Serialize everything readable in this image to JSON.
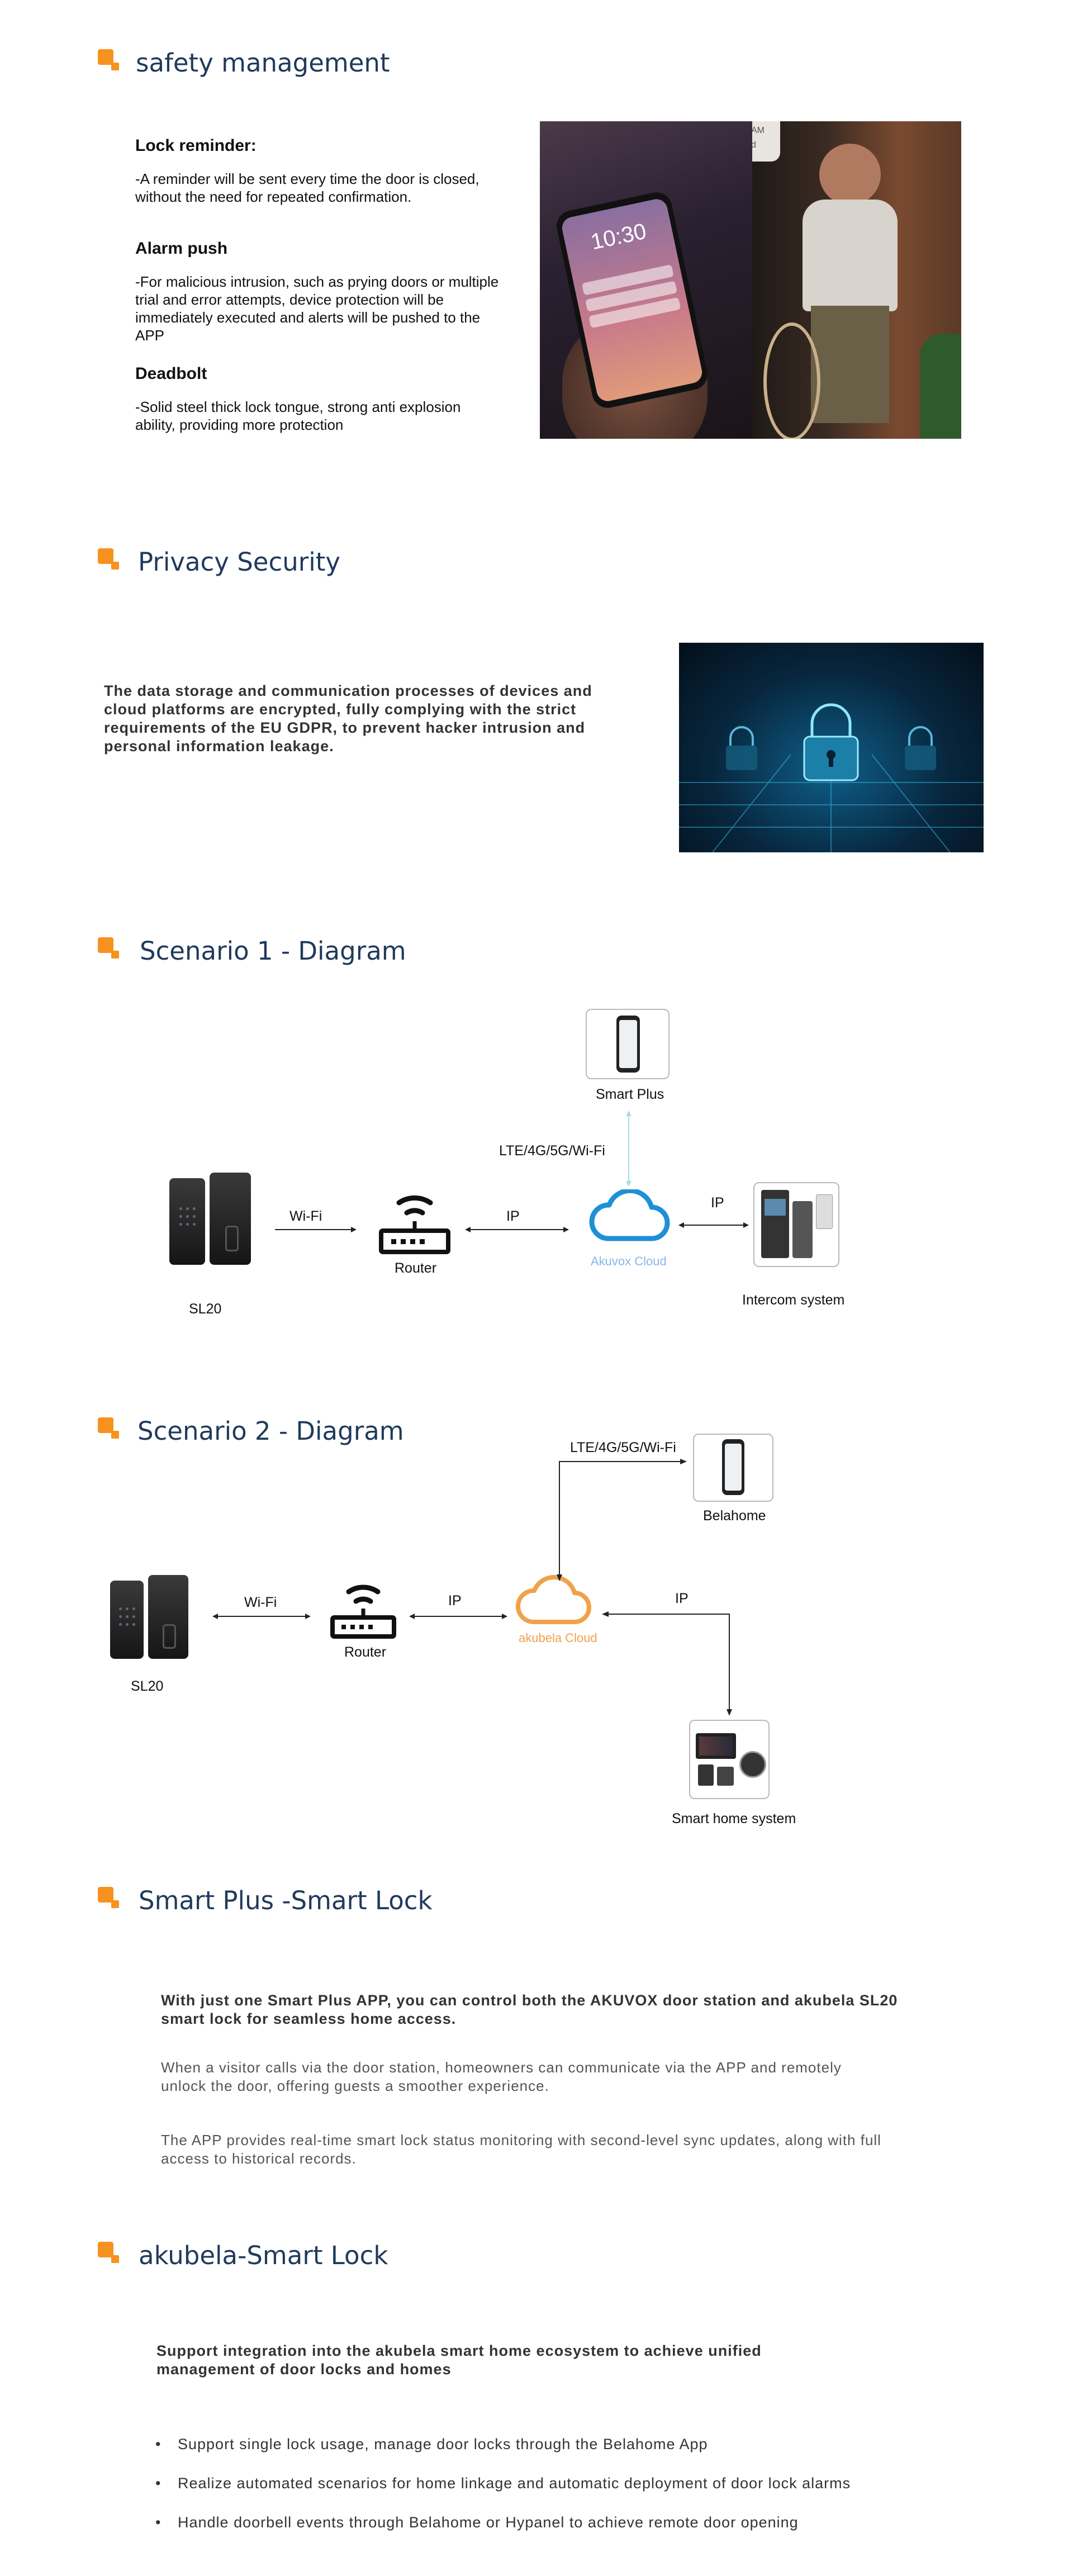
{
  "safety": {
    "title": "safety management",
    "items": [
      {
        "heading": "Lock reminder:",
        "text": "-A reminder will be sent every time the door is closed, without the need for repeated confirmation."
      },
      {
        "heading": "Alarm push",
        "text": "-For malicious intrusion, such as prying doors or multiple trial and error attempts, device protection will be immediately executed and alerts will be pushed to the APP"
      },
      {
        "heading": "Deadbolt",
        "text": "-Solid steel thick lock tongue, strong anti explosion ability, providing more protection"
      }
    ],
    "phone_time": "10:30",
    "notif_time": "AM",
    "notif_text": "d"
  },
  "privacy": {
    "title": "Privacy Security",
    "text": "The data storage and communication processes of devices and cloud platforms are encrypted, fully complying with the strict requirements of the EU GDPR, to prevent hacker intrusion and personal information leakage."
  },
  "scenario1": {
    "title": "Scenario 1 - Diagram",
    "labels": {
      "lock": "SL20",
      "wifi": "Wi-Fi",
      "router": "Router",
      "ip1": "IP",
      "cloud": "Akuvox Cloud",
      "ip2": "IP",
      "intercom": "Intercom system",
      "cellular": "LTE/4G/5G/Wi-Fi",
      "app": "Smart Plus"
    }
  },
  "scenario2": {
    "title": "Scenario 2 - Diagram",
    "labels": {
      "lock": "SL20",
      "wifi": "Wi-Fi",
      "router": "Router",
      "ip1": "IP",
      "cloud": "akubela Cloud",
      "ip2": "IP",
      "cellular": "LTE/4G/5G/Wi-Fi",
      "app": "Belahome",
      "smarthome": "Smart home system"
    }
  },
  "smartplus": {
    "title": "Smart Plus -Smart Lock",
    "lead": "With just one Smart Plus APP, you can control both the AKUVOX door station and akubela SL20 smart lock for seamless home access.",
    "para1": "When a visitor calls via the door station, homeowners can communicate via the APP and remotely unlock the door, offering guests a smoother experience.",
    "para2": "The APP provides real-time smart lock status monitoring with second-level sync updates, along with full access to historical records."
  },
  "akubela": {
    "title": "akubela-Smart Lock",
    "lead": "Support integration into the akubela smart home ecosystem to achieve unified management of door locks and homes",
    "bullets": [
      "Support single lock usage, manage door locks through the Belahome App",
      "Realize automated scenarios for home linkage and automatic deployment of door lock alarms",
      "Handle doorbell events through Belahome or Hypanel to achieve remote door opening"
    ]
  },
  "colors": {
    "accent": "#f7921e",
    "title": "#1f3a5c",
    "akuvox_cloud": "#1e90d6",
    "akubela_cloud": "#f0a24b",
    "light_line": "#a8dbe8"
  }
}
